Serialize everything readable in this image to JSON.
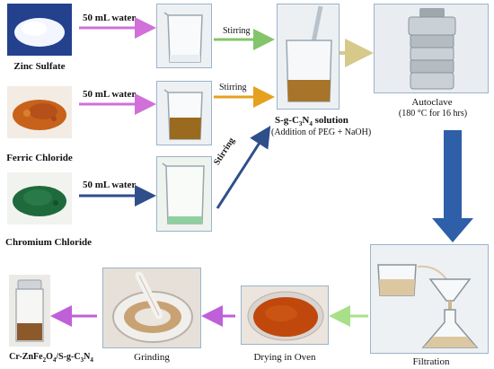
{
  "reagents": {
    "zinc": "Zinc Sulfate",
    "ferric": "Ferric Chloride",
    "chromium": "Chromium  Chloride"
  },
  "water_labels": {
    "top": "50 mL water",
    "middle": "50 mL water",
    "bottom": "50 mL water"
  },
  "stirring_labels": {
    "top": "Stirring",
    "middle": "Stirring",
    "bottom": "Stirring"
  },
  "solution": {
    "title_prefix": "S-g-C",
    "sub_3": "3",
    "mid_N": "N",
    "sub_4": "4",
    "title_suffix": " solution",
    "note": "(Addition of PEG + NaOH)"
  },
  "autoclave": {
    "title": "Autoclave",
    "condition": "(180 °C for 16 hrs)"
  },
  "steps": {
    "filtration": "Filtration",
    "drying": "Drying in Oven",
    "grinding": "Grinding"
  },
  "product": {
    "p1": "Cr-ZnFe",
    "s1": "2",
    "p2": "O",
    "s2": "4",
    "p3": "/S-g-C",
    "s3": "3",
    "p4": "N",
    "s4": "4"
  },
  "colors": {
    "arrow_pink": "#d070d8",
    "arrow_green": "#84c46a",
    "arrow_orange": "#e6a020",
    "arrow_navy": "#2f4f8a",
    "arrow_tan": "#d6c98a",
    "arrow_blue_big": "#2f5fa8",
    "arrow_light_green": "#a8e08a",
    "arrow_violet": "#c060d8",
    "powder_zinc": "#f4f6ff",
    "powder_ferric": "#c8621a",
    "powder_chromium": "#1f6a3c",
    "solution_brown": "#a8742a",
    "dried_product": "#c0480c"
  }
}
